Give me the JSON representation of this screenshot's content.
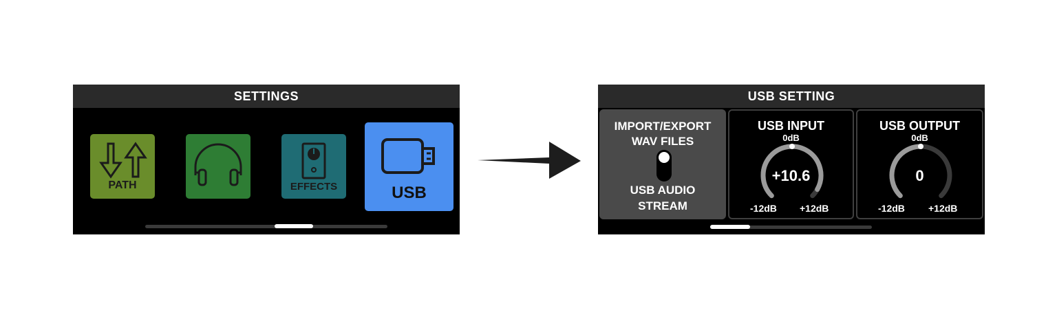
{
  "settings_screen": {
    "title": "SETTINGS",
    "tiles": [
      {
        "label": "PATH",
        "icon": "path-arrows-icon",
        "color": "#6a8d2b"
      },
      {
        "label": "",
        "icon": "headphones-icon",
        "color": "#2e7d34"
      },
      {
        "label": "EFFECTS",
        "icon": "effects-pedal-icon",
        "color": "#1f6c74"
      },
      {
        "label": "USB",
        "icon": "usb-icon",
        "color": "#4b8ff0",
        "selected": true
      }
    ]
  },
  "arrow": {
    "icon": "right-arrow-icon"
  },
  "usb_screen": {
    "title": "USB SETTING",
    "mode_panel": {
      "top_label_line1": "IMPORT/EXPORT",
      "top_label_line2": "WAV FILES",
      "bottom_label_line1": "USB AUDIO",
      "bottom_label_line2": "STREAM",
      "toggle_position": "top"
    },
    "usb_input": {
      "title": "USB INPUT",
      "center_label": "0dB",
      "value": "+10.6",
      "value_number": 10.6,
      "min_label": "-12dB",
      "max_label": "+12dB",
      "range": [
        -12,
        12
      ]
    },
    "usb_output": {
      "title": "USB OUTPUT",
      "center_label": "0dB",
      "value": "0",
      "value_number": 0,
      "min_label": "-12dB",
      "max_label": "+12dB",
      "range": [
        -12,
        12
      ]
    }
  }
}
